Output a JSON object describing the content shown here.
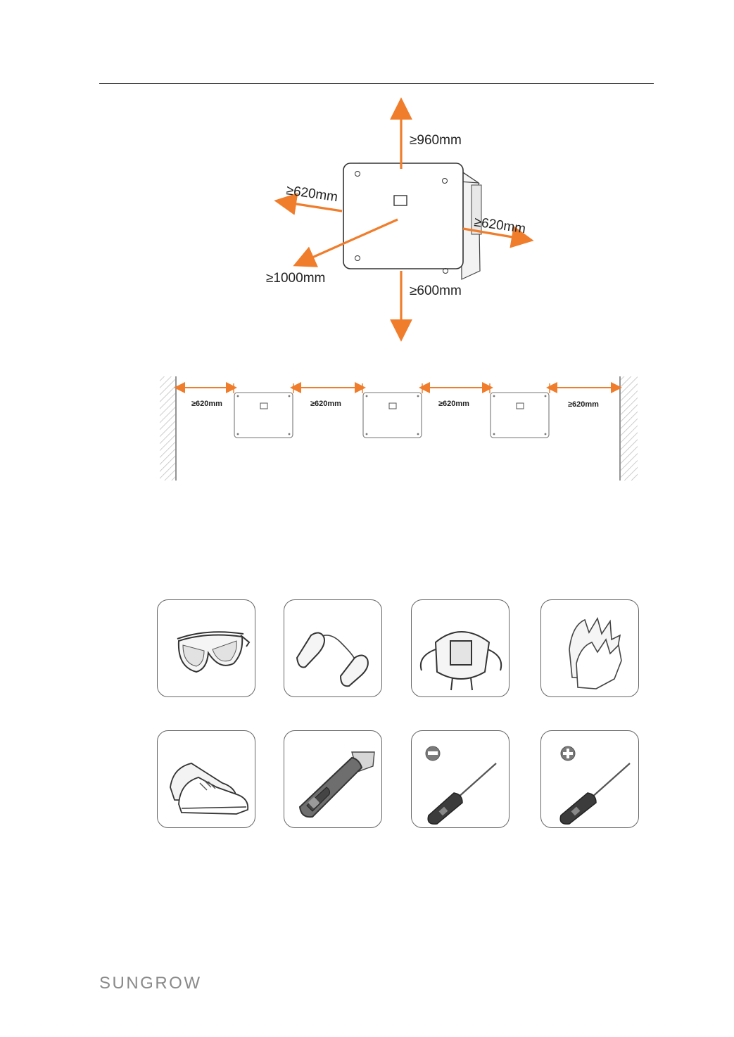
{
  "clearance_diagram": {
    "top": "≥960mm",
    "left": "≥620mm",
    "right": "≥620mm",
    "front": "≥1000mm",
    "bottom": "≥600mm",
    "arrow_color": "#f07d2b"
  },
  "spacing_diagram": {
    "gaps": [
      "≥620mm",
      "≥620mm",
      "≥620mm",
      "≥620mm"
    ],
    "arrow_color": "#f07d2b"
  },
  "tools": [
    {
      "icon": "safety-goggles-icon"
    },
    {
      "icon": "earplugs-icon"
    },
    {
      "icon": "dust-mask-icon"
    },
    {
      "icon": "protective-gloves-icon"
    },
    {
      "icon": "safety-shoes-icon"
    },
    {
      "icon": "utility-knife-icon"
    },
    {
      "icon": "slotted-screwdriver-icon"
    },
    {
      "icon": "phillips-screwdriver-icon"
    }
  ],
  "footer": {
    "logo": "SUNGROW"
  }
}
